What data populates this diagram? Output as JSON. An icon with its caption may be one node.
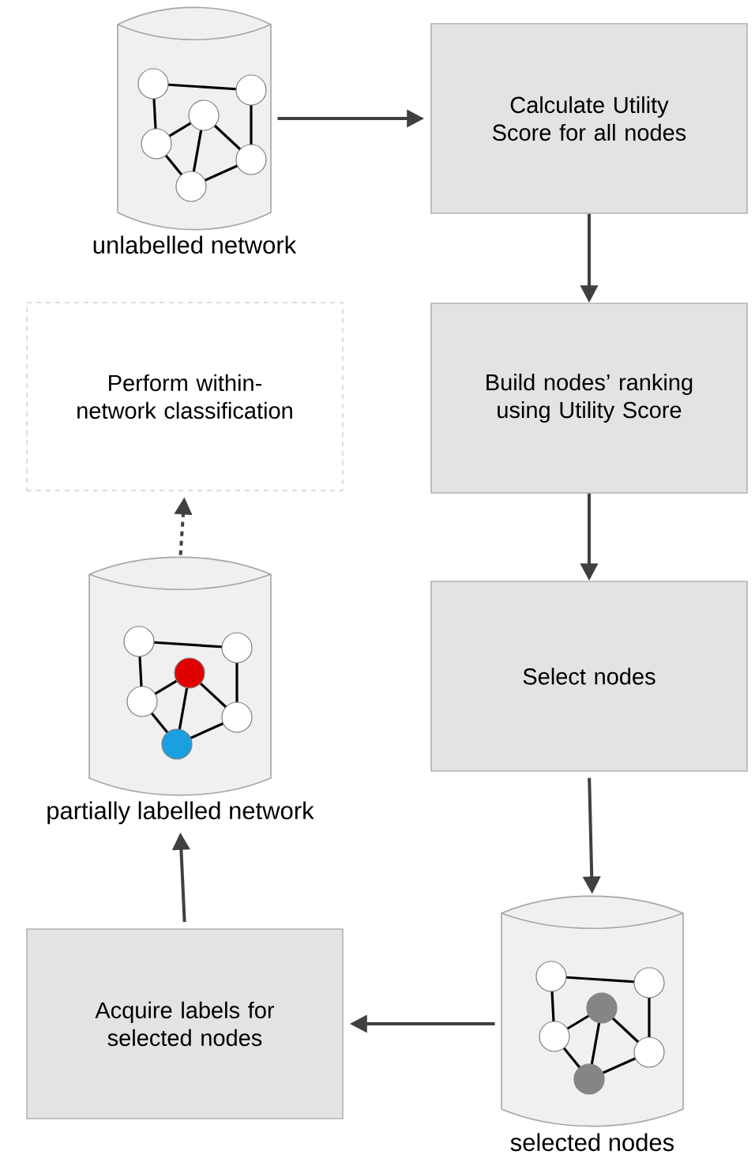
{
  "diagram": {
    "nodes": [
      {
        "text": [],
        "shape": "cylinder",
        "beside": [
          "unlabelled network"
        ]
      },
      {
        "text": [
          "Calculate Utility Score for all nodes"
        ]
      },
      {
        "text": [
          "Perform within-network classification"
        ]
      },
      {
        "text": [
          "Build nodes’ ranking using Utility Score"
        ]
      },
      {
        "text": [],
        "shape": "cylinder",
        "beside": [
          "partially labelled network"
        ]
      },
      {
        "text": [
          "Select nodes"
        ]
      },
      {
        "text": [
          "Acquire labels for selected nodes"
        ]
      },
      {
        "text": [],
        "shape": "cylinder",
        "beside": [
          "selected nodes"
        ]
      }
    ],
    "edges": [
      {
        "from": 0,
        "to": 1,
        "arrow": "to"
      },
      {
        "from": 1,
        "to": 3,
        "arrow": "to"
      },
      {
        "from": 3,
        "to": 5,
        "arrow": "to"
      },
      {
        "from": 5,
        "to": 7,
        "arrow": "to"
      },
      {
        "from": 7,
        "to": 6,
        "arrow": "to"
      },
      {
        "from": 6,
        "to": 4,
        "arrow": "to"
      },
      {
        "from": 4,
        "to": 2,
        "arrow": "to",
        "style": "dashed"
      }
    ]
  }
}
